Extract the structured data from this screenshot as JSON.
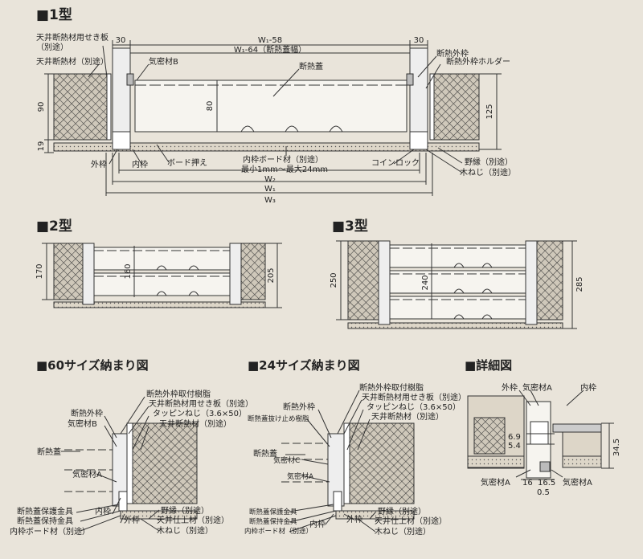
{
  "sections": {
    "type1": "■1型",
    "type2": "■2型",
    "type3": "■3型",
    "size60": "■60サイズ納まり図",
    "size24": "■24サイズ納まり図",
    "detail": "■詳細図"
  },
  "t1": {
    "dim30_left": "30",
    "dim30_right": "30",
    "w1_58": "W₁-58",
    "w1_64": "W₁-64（断熱蓋幅）",
    "dim90": "90",
    "dim80": "80",
    "dim125": "125",
    "dim19": "19",
    "ceiling_board": "天井断熱材用せき板",
    "ceiling_board_sep": "（別途）",
    "ceiling_insul": "天井断熱材（別途）",
    "airtight_b": "気密材B",
    "lid": "断熱蓋",
    "outer_frame_insul": "断熱外枠",
    "holder": "断熱外枠ホルダー",
    "outer_frame": "外枠",
    "inner_frame": "内枠",
    "board_press": "ボード押え",
    "inner_board": "内枠ボード材（別途）",
    "board_range": "最小1mm～最大24mm",
    "coin_lock": "コインロック",
    "nobuchi": "野縁（別途）",
    "wood_screw": "木ねじ（別途）",
    "w2": "W₂",
    "w1": "W₁",
    "w3": "W₃"
  },
  "t2": {
    "dim170": "170",
    "dim160": "160",
    "dim205": "205"
  },
  "t3": {
    "dim250": "250",
    "dim240": "240",
    "dim285": "285"
  },
  "s60": {
    "resin": "断熱外枠取付樹脂",
    "ceiling_board": "天井断熱材用せき板（別途）",
    "tapping": "タッピンねじ（3.6×50）",
    "ceiling_insul": "天井断熱材（別途）",
    "outer_frame_insul": "断熱外枠",
    "airtight_b": "気密材B",
    "lid": "断熱蓋",
    "airtight_a": "気密材A",
    "protect": "断熱蓋保護金具",
    "holder_fit": "断熱蓋保持金具",
    "inner_board": "内枠ボード材（別途）",
    "inner_frame": "内枠",
    "outer_frame": "外枠",
    "nobuchi": "野縁（別途）",
    "ceiling_finish": "天井仕上材（別途）",
    "wood_screw": "木ねじ（別途）"
  },
  "s24": {
    "resin": "断熱外枠取付樹脂",
    "ceiling_board": "天井断熱材用せき板（別途）",
    "tapping": "タッピンねじ（3.6×50）",
    "ceiling_insul": "天井断熱材（別途）",
    "outer_frame_insul": "断熱外枠",
    "stopper_resin": "断熱蓋抜け止め樹脂",
    "lid": "断熱蓋",
    "airtight_c": "気密材C",
    "airtight_a": "気密材A",
    "protect": "断熱蓋保護金具",
    "holder_fit": "断熱蓋保持金具",
    "inner_board": "内枠ボード材（別途）",
    "inner_frame": "内枠",
    "outer_frame": "外枠",
    "nobuchi": "野縁（別途）",
    "ceiling_finish": "天井仕上材（別途）",
    "wood_screw": "木ねじ（別途）"
  },
  "detail": {
    "outer_frame": "外枠",
    "airtight_a_top": "気密材A",
    "inner_frame": "内枠",
    "dim69": "6.9",
    "dim54": "5.4",
    "dim345": "34.5",
    "airtight_a_bl": "気密材A",
    "dim16": "16",
    "dim165": "16.5",
    "airtight_a_br": "気密材A",
    "dim05": "0.5"
  }
}
